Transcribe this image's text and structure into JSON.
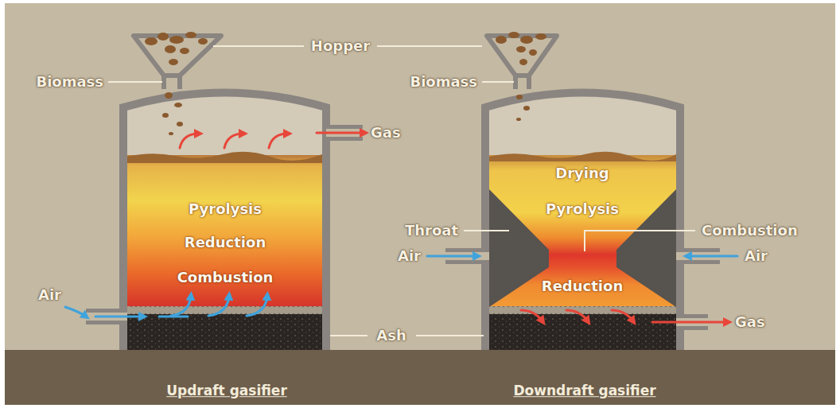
{
  "diagram": {
    "labels": [
      "Hopper",
      "Biomass",
      "Biomass",
      "Gas",
      "Drying",
      "Pyrolysis",
      "Pyrolysis",
      "Throat",
      "Combustion",
      "Air",
      "Air",
      "Reduction",
      "Combustion",
      "Reduction",
      "Air",
      "Gas",
      "Ash",
      "Updraft gasifier",
      "Downdraft gasifier"
    ]
  }
}
